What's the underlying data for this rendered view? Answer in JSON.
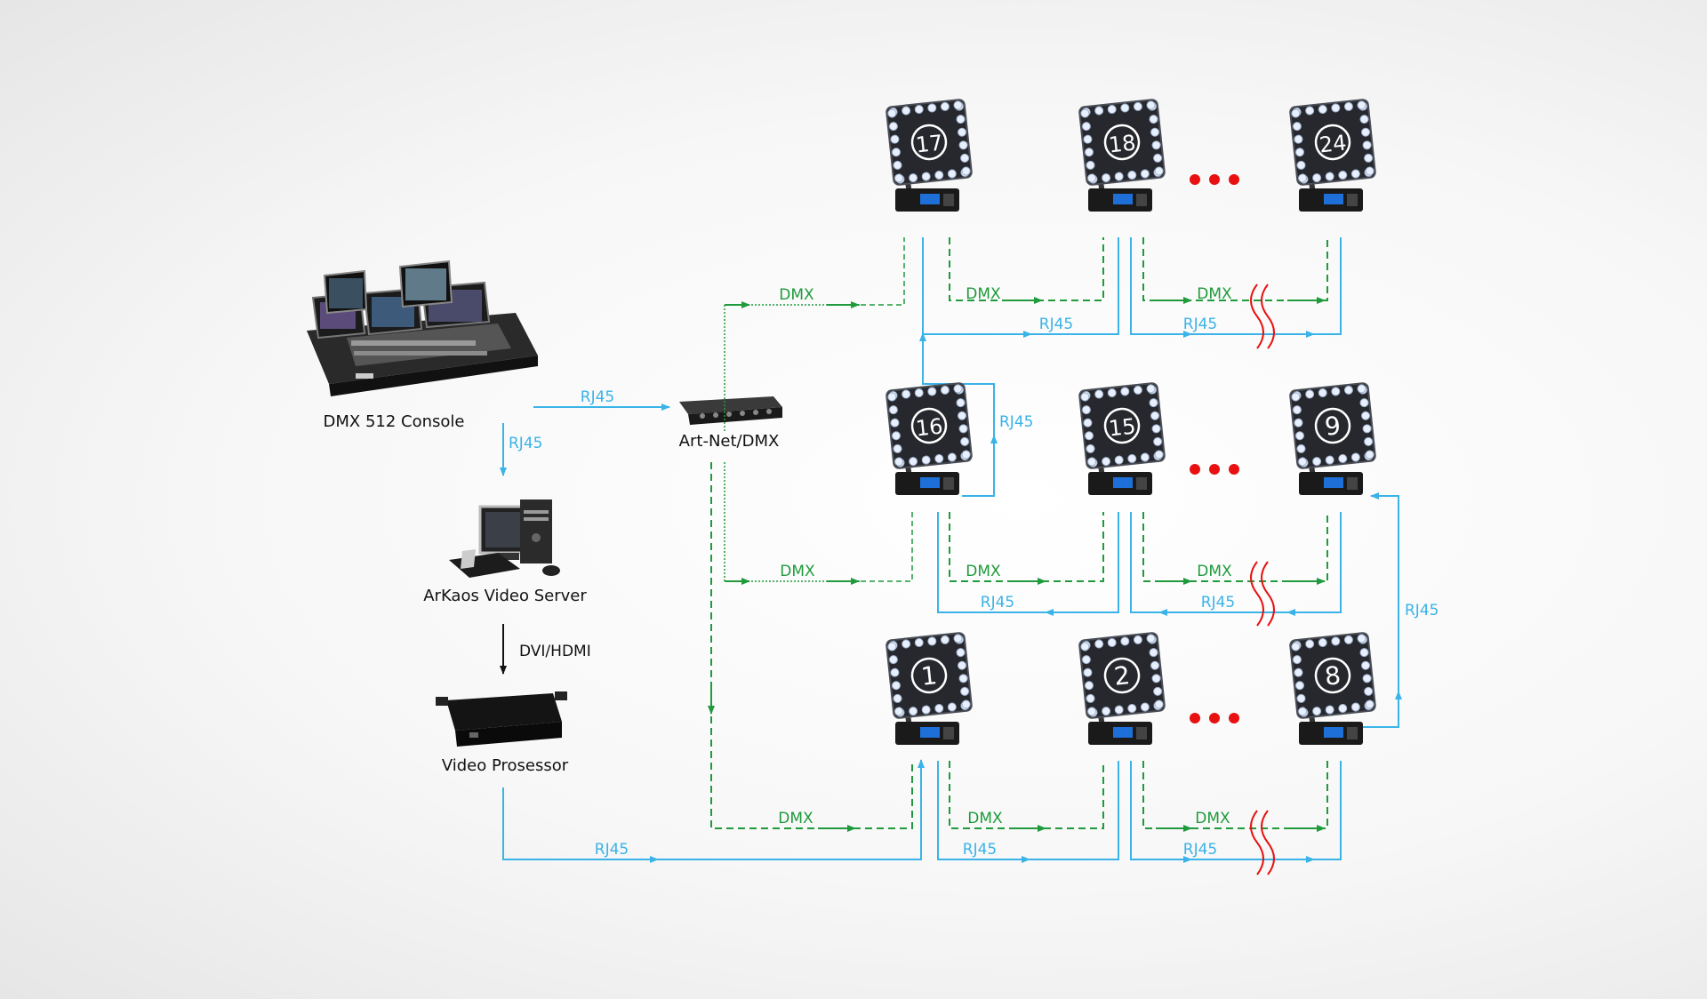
{
  "devices": {
    "console": "DMX 512 Console",
    "converter": "Art-Net/DMX",
    "server": "ArKaos Video Server",
    "processor": "Video Prosessor"
  },
  "links": {
    "rj45": "RJ45",
    "dmx": "DMX",
    "dvi": "DVI/HDMI"
  },
  "fixtures": {
    "top_row": [
      "17",
      "18",
      "24"
    ],
    "mid_row": [
      "16",
      "15",
      "9"
    ],
    "bottom_row": [
      "1",
      "2",
      "8"
    ]
  },
  "colors": {
    "rj45": "#3ab3e8",
    "dmx": "#1f9a3c",
    "ellipsis": "#e81010",
    "break_mark": "#e81010"
  }
}
